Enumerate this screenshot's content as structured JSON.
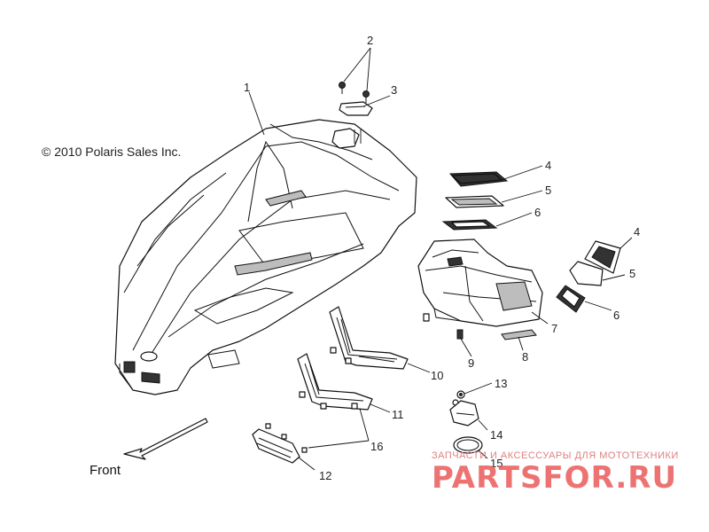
{
  "copyright": "© 2010 Polaris Sales Inc.",
  "front_label": "Front",
  "callouts": {
    "c1": "1",
    "c2": "2",
    "c3": "3",
    "c4a": "4",
    "c5a": "5",
    "c6a": "6",
    "c4b": "4",
    "c5b": "5",
    "c6b": "6",
    "c7": "7",
    "c8": "8",
    "c9": "9",
    "c10": "10",
    "c11": "11",
    "c12": "12",
    "c13": "13",
    "c14": "14",
    "c15": "15",
    "c16": "16"
  },
  "watermark": {
    "tagline": "ЗАПЧАСТИ И АКСЕССУАРЫ ДЛЯ МОТОТЕХНИКИ",
    "logo": "PARTSFOR.RU"
  }
}
